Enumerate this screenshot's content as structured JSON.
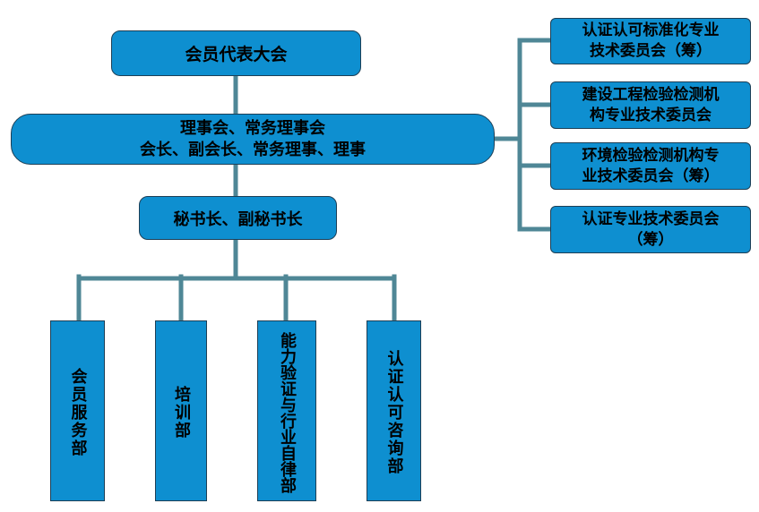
{
  "top": {
    "label": "会员代表大会"
  },
  "council": {
    "line1": "理事会、常务理事会",
    "line2": "会长、副会长、常务理事、理事"
  },
  "secretariat": {
    "label": "秘书长、副秘书长"
  },
  "committees": [
    {
      "line1": "认证认可标准化专业",
      "line2": "技术委员会（筹）"
    },
    {
      "line1": "建设工程检验检测机",
      "line2": "构专业技术委员会"
    },
    {
      "line1": "环境检验检测机构专",
      "line2": "业技术委员会（筹）"
    },
    {
      "line1": "认证专业技术委员会",
      "line2": "（筹）"
    }
  ],
  "departments": [
    {
      "label": "会员服务部"
    },
    {
      "label": "培训部"
    },
    {
      "label": "能力验证与行业自律部"
    },
    {
      "label": "认证认可咨询部"
    }
  ],
  "colors": {
    "box_fill": "#0e8fd0",
    "connector": "#4f8796"
  }
}
